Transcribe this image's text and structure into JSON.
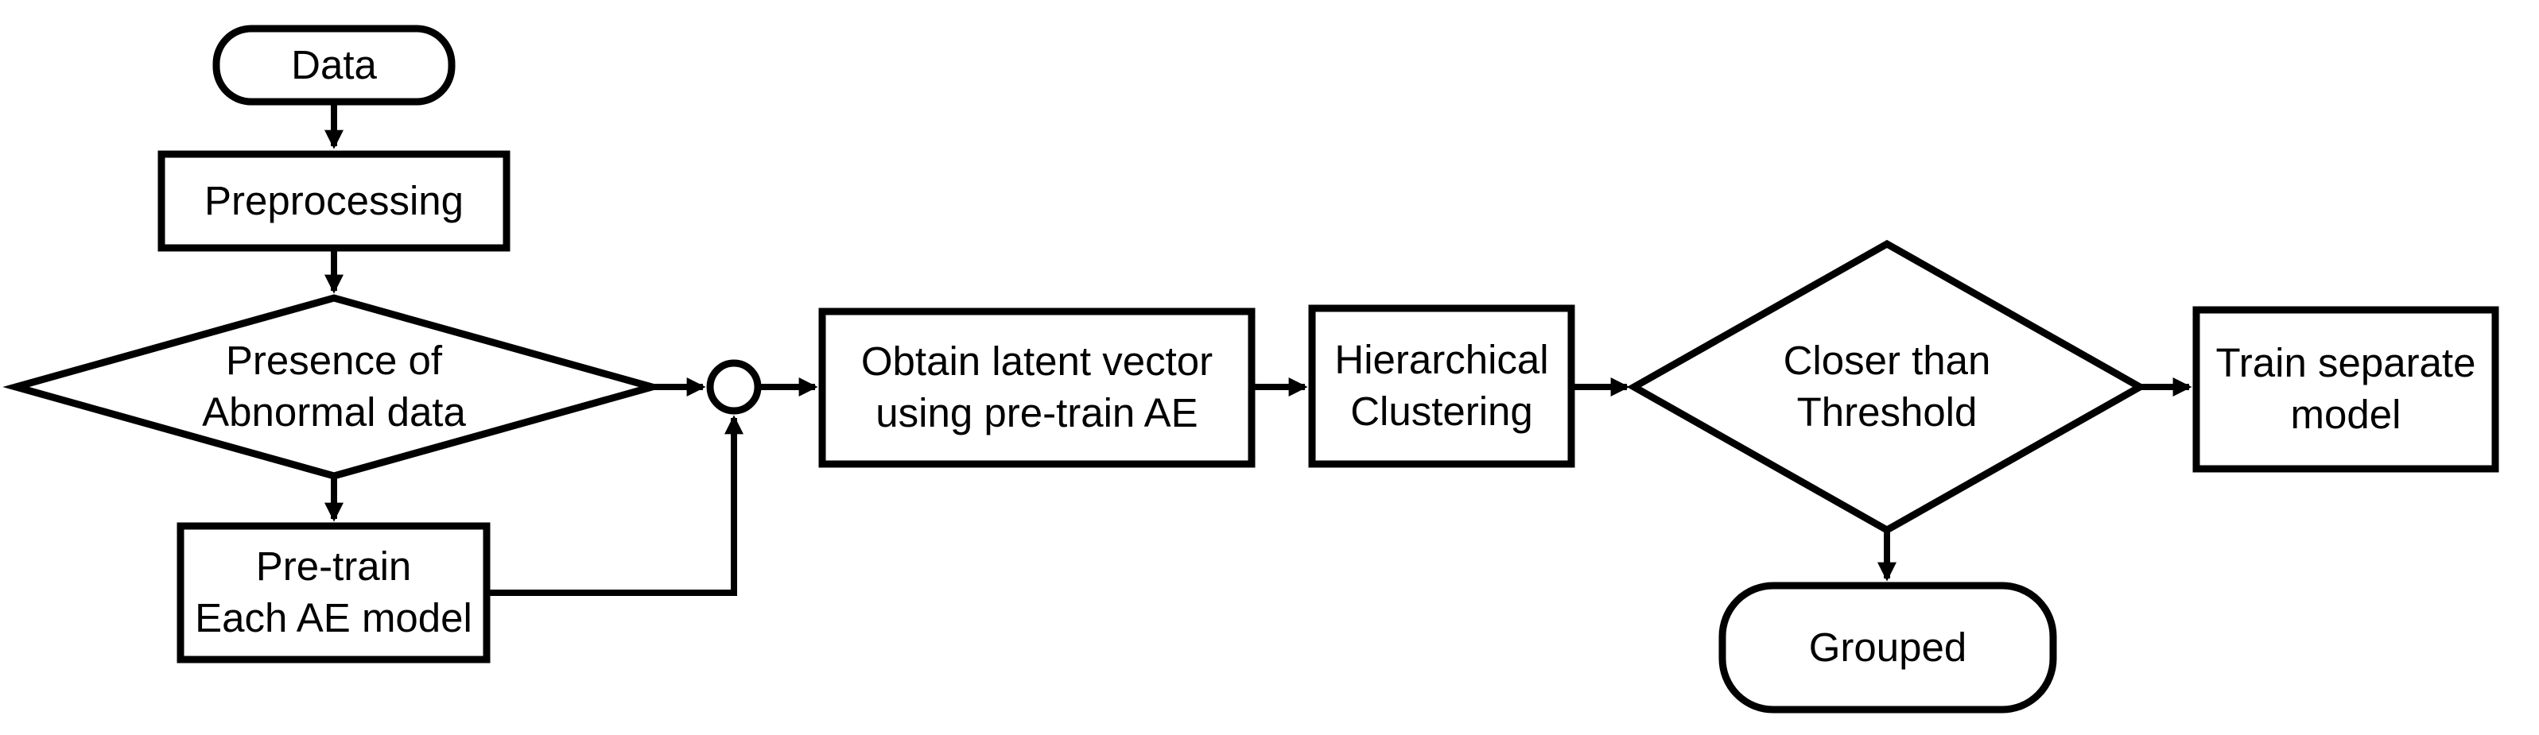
{
  "diagram": {
    "background_color": "#ffffff",
    "stroke_color": "#000000",
    "fill_color": "#ffffff",
    "nodes": {
      "data": {
        "type": "terminator",
        "label": "Data"
      },
      "preprocessing": {
        "type": "process",
        "label": "Preprocessing"
      },
      "presence_of_abnormal_data": {
        "type": "decision",
        "label": "Presence of\nAbnormal data"
      },
      "pre_train_each_ae_model": {
        "type": "process",
        "label": "Pre-train\nEach AE model"
      },
      "junction": {
        "type": "connector-circle",
        "label": ""
      },
      "obtain_latent_vector": {
        "type": "process",
        "label": "Obtain latent vector\nusing pre-train AE"
      },
      "hierarchical_clustering": {
        "type": "process",
        "label": "Hierarchical\nClustering"
      },
      "closer_than_threshold": {
        "type": "decision",
        "label": "Closer than\nThreshold"
      },
      "train_separate_model": {
        "type": "process",
        "label": "Train separate\nmodel"
      },
      "grouped": {
        "type": "terminator",
        "label": "Grouped"
      }
    },
    "edges": [
      {
        "from": "data",
        "to": "preprocessing"
      },
      {
        "from": "preprocessing",
        "to": "presence_of_abnormal_data"
      },
      {
        "from": "presence_of_abnormal_data",
        "to": "junction"
      },
      {
        "from": "presence_of_abnormal_data",
        "to": "pre_train_each_ae_model"
      },
      {
        "from": "pre_train_each_ae_model",
        "to": "junction"
      },
      {
        "from": "junction",
        "to": "obtain_latent_vector"
      },
      {
        "from": "obtain_latent_vector",
        "to": "hierarchical_clustering"
      },
      {
        "from": "hierarchical_clustering",
        "to": "closer_than_threshold"
      },
      {
        "from": "closer_than_threshold",
        "to": "train_separate_model"
      },
      {
        "from": "closer_than_threshold",
        "to": "grouped"
      }
    ]
  }
}
